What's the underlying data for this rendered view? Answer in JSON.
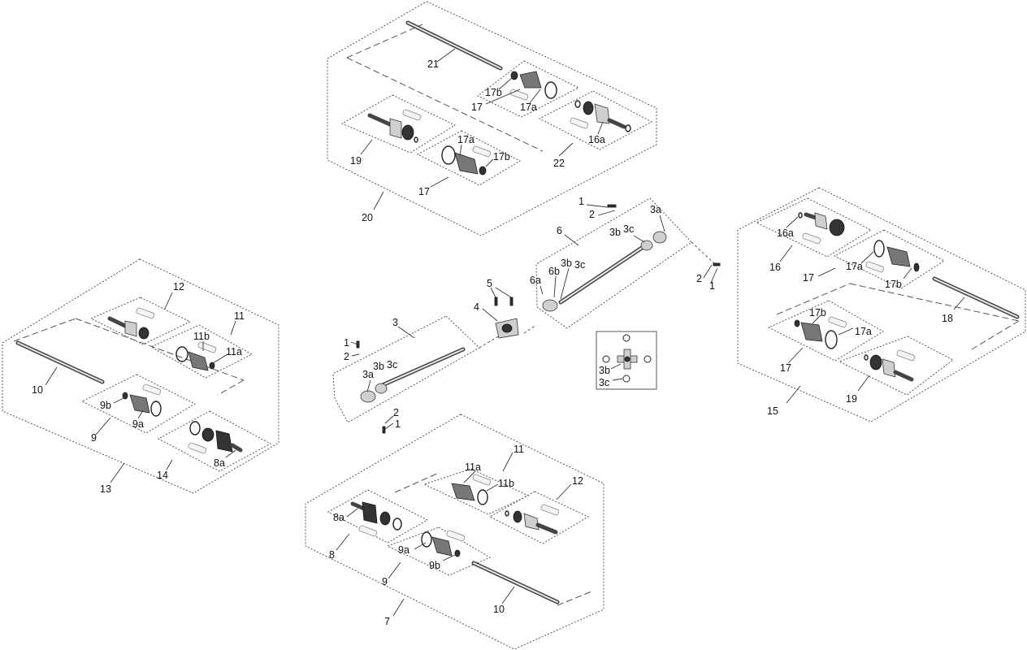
{
  "labels": {
    "l21": "21",
    "l17b_t": "17b",
    "l17_t": "17",
    "l17a_t": "17a",
    "l16a_t": "16a",
    "l22": "22",
    "l19_t": "19",
    "l17a_m": "17a",
    "l17b_m": "17b",
    "l17_m": "17",
    "l20": "20",
    "l1_ur": "1",
    "l2_ur": "2",
    "l3a_ur": "3a",
    "l6": "6",
    "l3b_ur": "3b",
    "l3c_ur": "3c",
    "l2_r": "2",
    "l1_r": "1",
    "l6a": "6a",
    "l6b": "6b",
    "l3b_m": "3b",
    "l3c_m": "3c",
    "l5": "5",
    "l4": "4",
    "l3": "3",
    "l1_l": "1",
    "l2_l": "2",
    "l3b_l": "3b",
    "l3c_l": "3c",
    "l3a_l": "3a",
    "l2_b": "2",
    "l1_b": "1",
    "l3b_in": "3b",
    "l3c_in": "3c",
    "l12_l": "12",
    "l11_l": "11",
    "l11b_l": "11b",
    "l11a_l": "11a",
    "l10_l": "10",
    "l9b_l": "9b",
    "l9a_l": "9a",
    "l9_l": "9",
    "l8a_l": "8a",
    "l13": "13",
    "l14": "14",
    "l11_b": "11",
    "l11a_b": "11a",
    "l11b_b": "11b",
    "l12_b": "12",
    "l8a_b": "8a",
    "l8": "8",
    "l9a_b": "9a",
    "l9b_b": "9b",
    "l9_b": "9",
    "l10_b": "10",
    "l7": "7",
    "l16a_r": "16a",
    "l16": "16",
    "l17a_r": "17a",
    "l17_r": "17",
    "l17b_r": "17b",
    "l18": "18",
    "l17b_r2": "17b",
    "l17a_r2": "17a",
    "l17_r2": "17",
    "l19_r": "19",
    "l15": "15"
  },
  "icons": [
    "shaft",
    "cv-joint",
    "boot",
    "clamp-ring",
    "snap-ring",
    "grease-packet",
    "u-joint",
    "center-bearing",
    "bolt",
    "washer"
  ]
}
